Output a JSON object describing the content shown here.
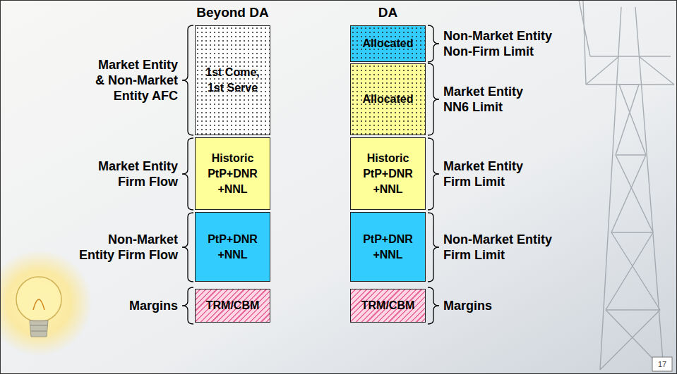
{
  "diagram": {
    "nodes": [
      {
        "text": [
          "1st Come, 1st Serve"
        ]
      },
      {
        "text": [
          "Historic PtP+DNR +NNL"
        ]
      },
      {
        "text": [
          "PtP+DNR +NNL"
        ]
      },
      {
        "text": [
          "TRM/CBM"
        ]
      },
      {
        "text": [
          "Allocated"
        ]
      },
      {
        "text": [
          "Allocated"
        ]
      },
      {
        "text": [
          "Historic PtP+DNR +NNL"
        ]
      },
      {
        "text": [
          "PtP+DNR +NNL"
        ]
      },
      {
        "text": [
          "TRM/CBM"
        ]
      }
    ],
    "labels": [
      "Beyond DA",
      "DA",
      "Market Entity & Non-Market Entity AFC",
      "Market Entity Firm Flow",
      "Non-Market Entity Firm Flow",
      "Margins",
      "Non-Market Entity Non-Firm Limit",
      "Market Entity NN6 Limit",
      "Market Entity Firm Limit",
      "Non-Market Entity Firm Limit",
      "Margins",
      "17"
    ]
  }
}
